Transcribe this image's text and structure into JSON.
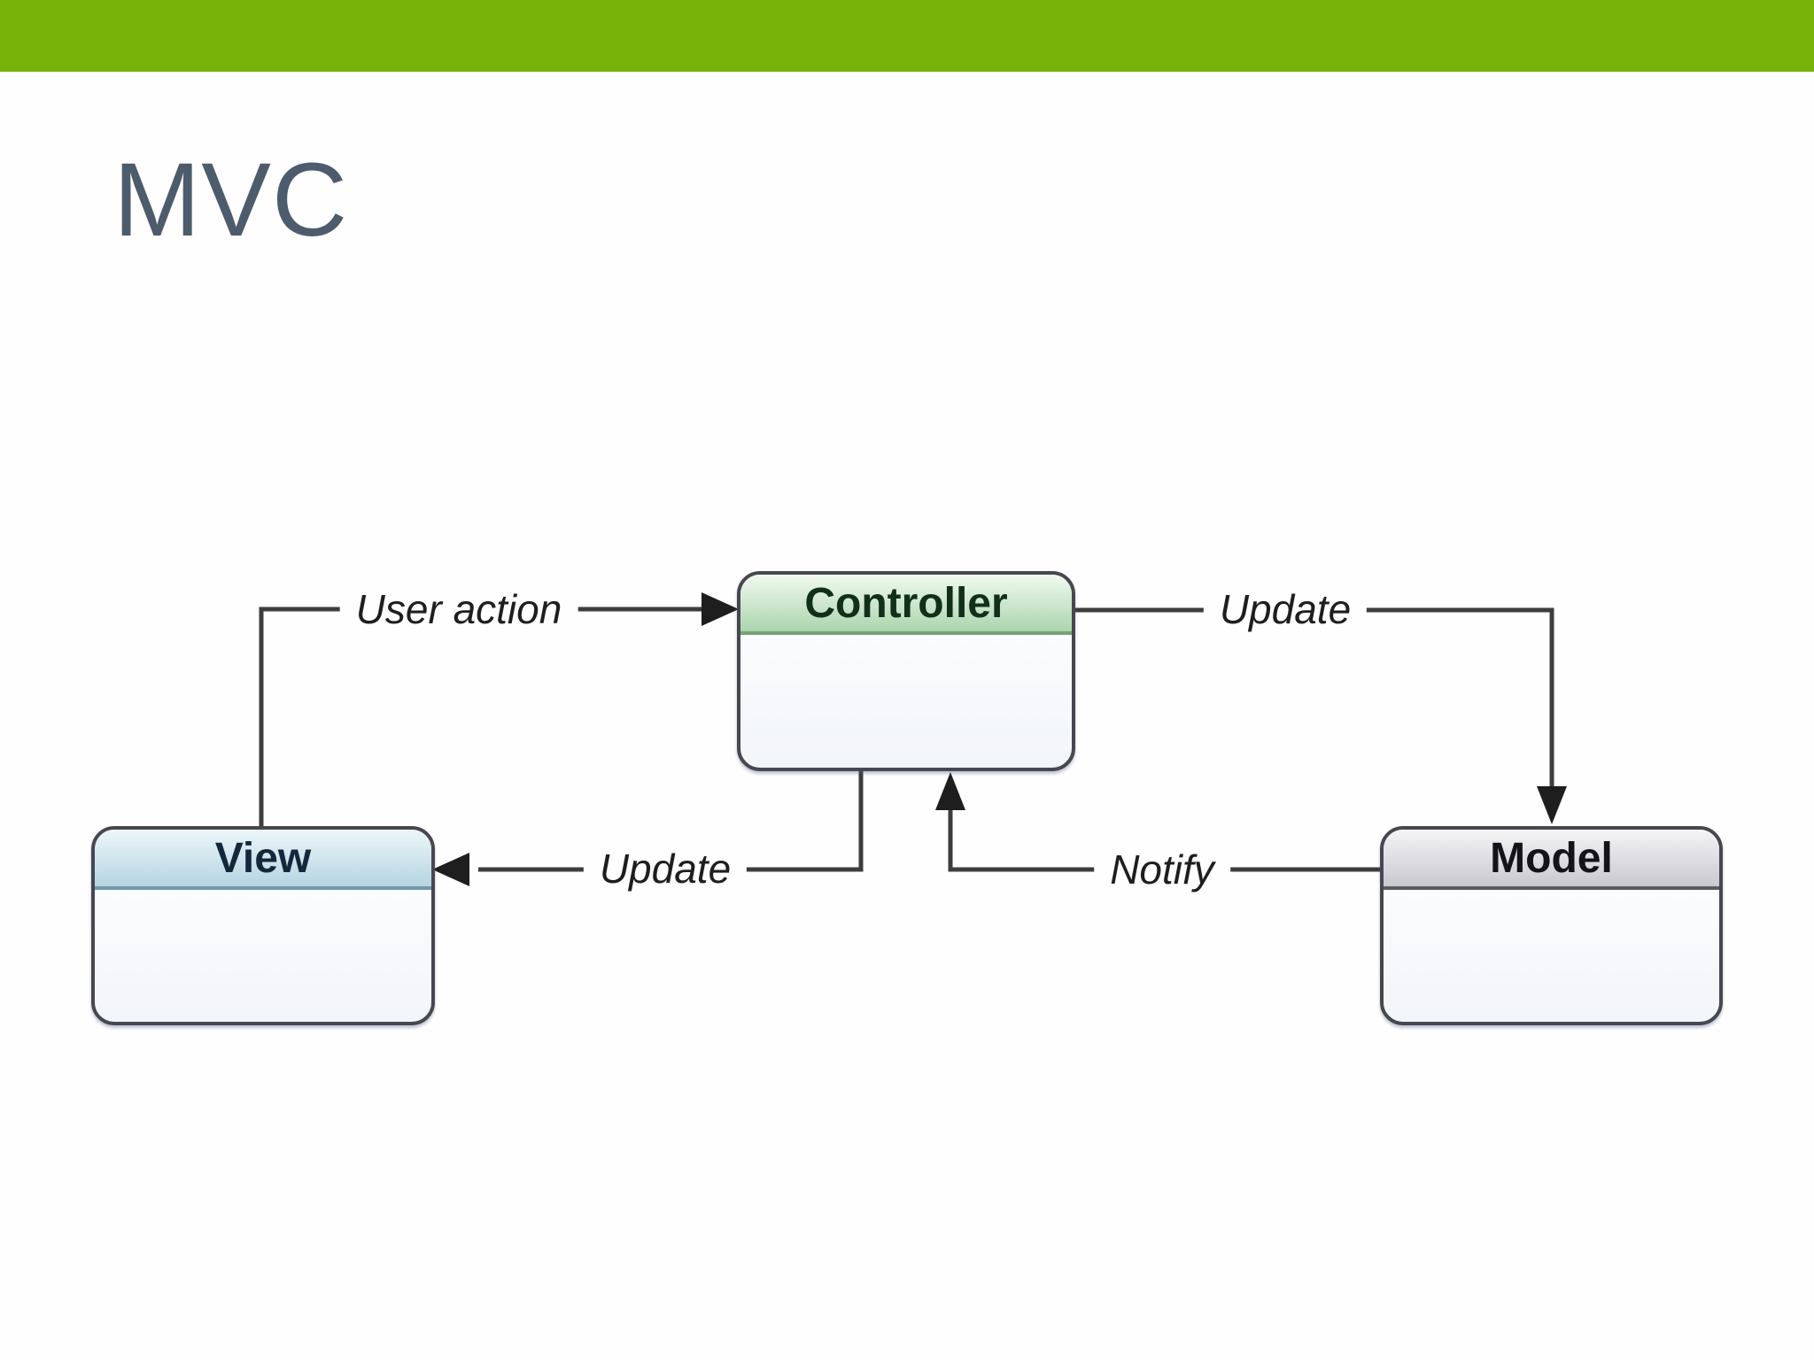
{
  "slide": {
    "title": "MVC"
  },
  "colors": {
    "accent_bar": "#78b30a",
    "title_text": "#4d5c6c",
    "connector_line": "#3d3d3d",
    "controller_header": "#abd5ad",
    "view_header": "#b4d5e1",
    "model_header": "#c8c8cf"
  },
  "diagram": {
    "boxes": [
      {
        "id": "controller",
        "label": "Controller"
      },
      {
        "id": "view",
        "label": "View"
      },
      {
        "id": "model",
        "label": "Model"
      }
    ],
    "edges": [
      {
        "from": "view",
        "to": "controller",
        "label": "User action"
      },
      {
        "from": "controller",
        "to": "model",
        "label": "Update"
      },
      {
        "from": "controller",
        "to": "view",
        "label": "Update"
      },
      {
        "from": "model",
        "to": "controller",
        "label": "Notify"
      }
    ]
  }
}
